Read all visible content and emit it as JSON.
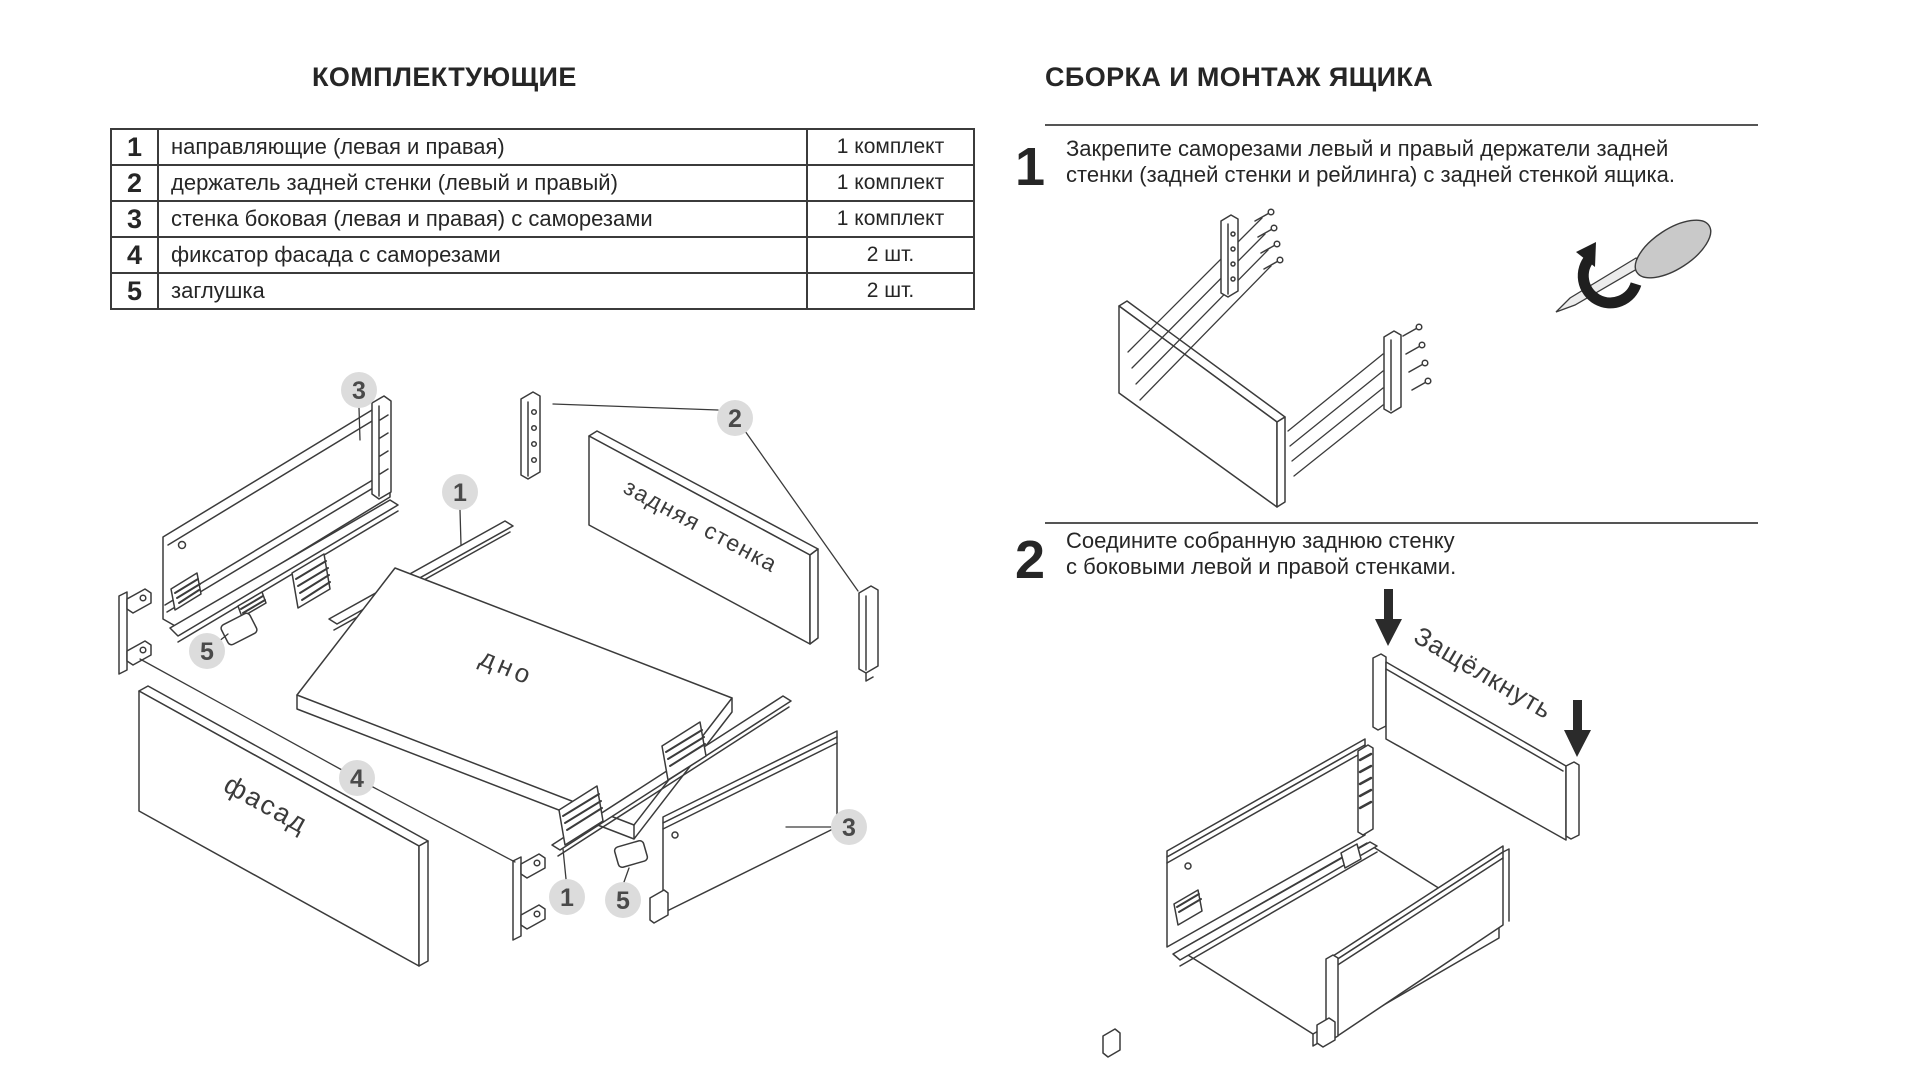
{
  "colors": {
    "background": "#ffffff",
    "line_art": "#3b3b3b",
    "text": "#262626",
    "callout_circle": "#dcdcdc",
    "callout_number": "#4a4a4a",
    "screwdriver_handle": "#c9c9c9",
    "arrow_black": "#2b2b2b"
  },
  "left": {
    "title": "КОМПЛЕКТУЮЩИЕ",
    "table": {
      "rows": [
        {
          "num": "1",
          "name": "направляющие (левая и правая)",
          "qty": "1 комплект"
        },
        {
          "num": "2",
          "name": "держатель задней стенки (левый и правый)",
          "qty": "1 комплект"
        },
        {
          "num": "3",
          "name": "стенка боковая (левая и правая) с саморезами",
          "qty": "1 комплект"
        },
        {
          "num": "4",
          "name": "фиксатор фасада с саморезами",
          "qty": "2 шт."
        },
        {
          "num": "5",
          "name": "заглушка",
          "qty": "2 шт."
        }
      ]
    },
    "diagram": {
      "part_labels": {
        "back_wall": "задняя стенка",
        "bottom": "дно",
        "front": "фасад"
      },
      "callouts": [
        {
          "id": "side-wall-left",
          "num": "3"
        },
        {
          "id": "rear-holders",
          "num": "2"
        },
        {
          "id": "rail-left",
          "num": "1"
        },
        {
          "id": "plug-left",
          "num": "5"
        },
        {
          "id": "front-fixators",
          "num": "4"
        },
        {
          "id": "rail-right",
          "num": "1"
        },
        {
          "id": "plug-right",
          "num": "5"
        },
        {
          "id": "side-wall-right",
          "num": "3"
        }
      ]
    }
  },
  "right": {
    "title": "СБОРКА И МОНТАЖ ЯЩИКА",
    "steps": [
      {
        "num": "1",
        "lines": [
          "Закрепите саморезами левый и правый держатели задней",
          "стенки (задней стенки и рейлинга) с задней стенкой ящика."
        ]
      },
      {
        "num": "2",
        "lines": [
          "Соедините собранную заднюю стенку",
          "с боковыми левой и правой стенками."
        ]
      }
    ],
    "step2_annotation": "Защёлкнуть"
  }
}
